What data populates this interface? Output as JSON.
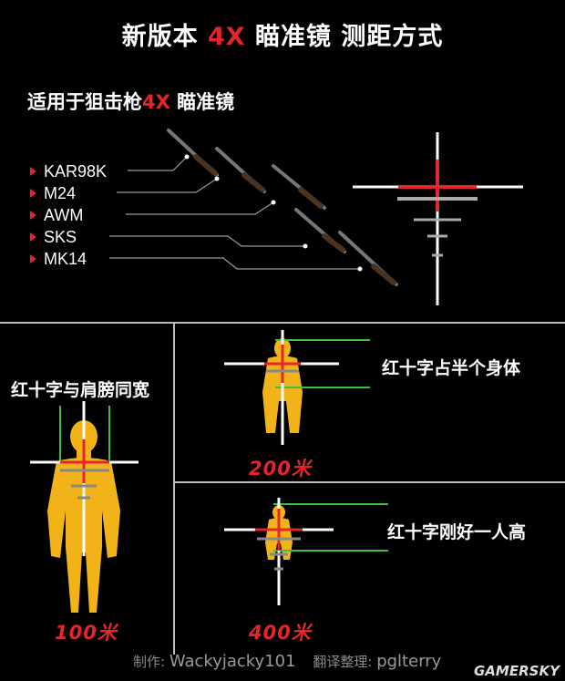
{
  "title": {
    "prefix": "新版本 ",
    "highlight": "4X",
    "suffix": " 瞄准镜 测距方式"
  },
  "subtitle": {
    "prefix": "适用于狙击枪",
    "highlight": "4X",
    "suffix": " 瞄准镜"
  },
  "weapons": [
    "KAR98K",
    "M24",
    "AWM",
    "SKS",
    "MK14"
  ],
  "panels": {
    "left": {
      "caption": "红十字与肩膀同宽",
      "distance": "100米"
    },
    "top_right": {
      "caption": "红十字占半个身体",
      "distance": "200米"
    },
    "bottom_right": {
      "caption": "红十字刚好一人高",
      "distance": "400米"
    }
  },
  "footer": {
    "author_label": "制作:",
    "author": "Wackyjacky101",
    "translator_label": "翻译整理:",
    "translator": "pglterry",
    "brand": "GAMERSKY"
  },
  "colors": {
    "background": "#000000",
    "accent_red": "#e5252a",
    "figure_yellow": "#f2b318",
    "guide_green": "#3ec23e",
    "divider": "#bbbbbb"
  },
  "icons": [
    "rifle-icon",
    "red-triangle-bullet-icon",
    "crosshair-icon",
    "human-silhouette-icon"
  ]
}
